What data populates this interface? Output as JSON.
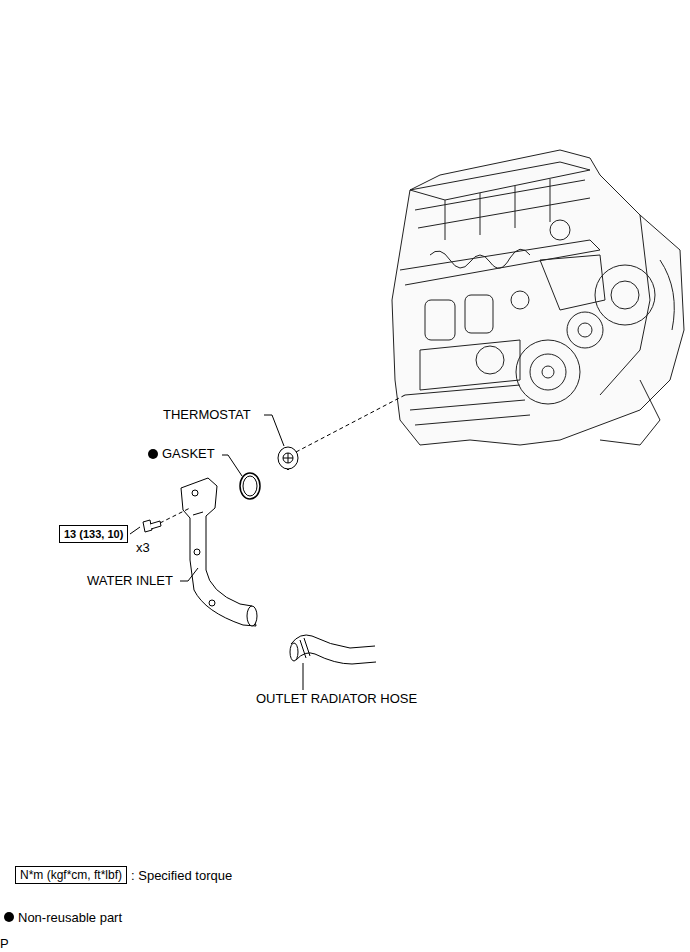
{
  "diagram": {
    "nodes": [
      {
        "text": [
          "13 (133, 10)"
        ]
      },
      {
        "text": [
          "N*m (kgf*cm, ft*lbf)"
        ]
      }
    ],
    "labels": [
      "THERMOSTAT",
      "GASKET",
      "x3",
      "WATER INLET",
      "OUTLET RADIATOR HOSE",
      "P"
    ],
    "legend": [
      {
        "text": ": Specified torque"
      },
      {
        "text": "Non-reusable part"
      }
    ]
  }
}
